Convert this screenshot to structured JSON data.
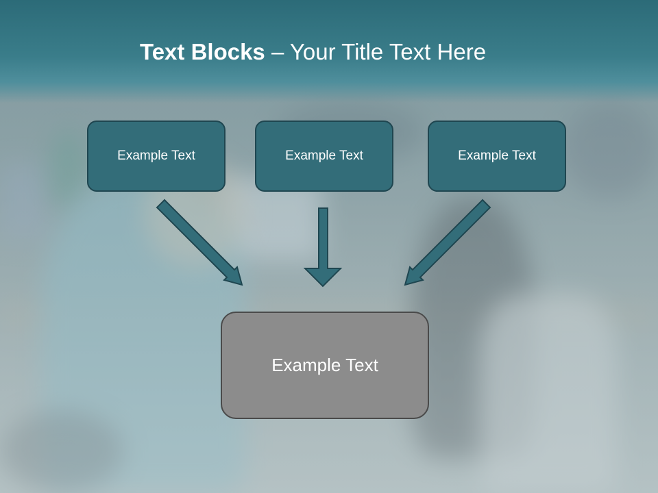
{
  "title": {
    "bold": "Text Blocks",
    "rest": " – Your Title Text Here"
  },
  "top_boxes": [
    {
      "label": "Example Text"
    },
    {
      "label": "Example Text"
    },
    {
      "label": "Example Text"
    }
  ],
  "bottom_box": {
    "label": "Example Text"
  },
  "colors": {
    "title_band": "#2c6b78",
    "top_box_fill": "#336d79",
    "top_box_border": "#1f4650",
    "bottom_box_fill": "#8c8c8c",
    "bottom_box_border": "#4a4a4a",
    "arrow_fill": "#336d79"
  },
  "icons": {
    "arrow_left": "arrow-down-right-icon",
    "arrow_middle": "arrow-down-icon",
    "arrow_right": "arrow-down-left-icon"
  }
}
